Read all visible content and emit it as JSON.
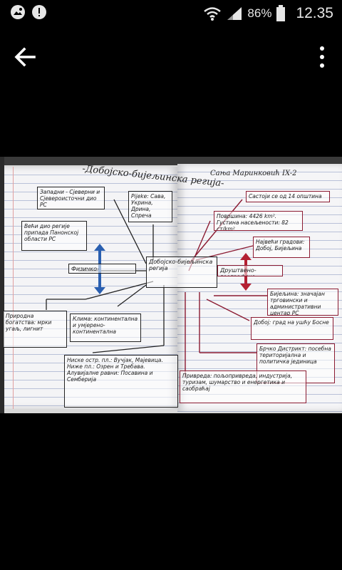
{
  "status_bar": {
    "battery_percent": "86%",
    "time": "12.35",
    "icons": [
      "photo-notification-icon",
      "alert-notification-icon",
      "wifi-icon",
      "signal-icon",
      "battery-icon"
    ]
  },
  "app_bar": {
    "back_icon": "arrow-left-icon",
    "menu_icon": "more-vertical-icon"
  },
  "photo": {
    "title": "-Добојско-бијељинска регија-",
    "author": "Сања Маринковић IX-2",
    "left_notes": [
      "Западни - Сјеверни и Сјевероисточни дио РС",
      "Рijeke: Сава, Укрина, Дрина, Спреча",
      "Већи дио регије припада Панонској области РС",
      "Физичко-географске",
      "Добојско-бијељинска регија",
      "Природна богатства: мрки угаљ, лигнит",
      "Клима: континентална и умјерено-континентална",
      "Ниске остр. пл.: Вучјак, Мајевица. Ниже пл.: Озрен и Требава. Алувијалне равни: Посавина и Семберија"
    ],
    "right_notes": [
      "Састоји се од 14 општина",
      "Површина: 4426 km². Густина насељености: 82 ст/km²",
      "Највећи градови: Добој, Бијељина",
      "Друштвено-географске",
      "Бијељина: значајан трговински и административни центар РС",
      "Добој: град на ушћу Босне",
      "Брчко Дистрикт: посебна територијална и политичка јединица",
      "Привреда: пољопривреда, индустрија, туризам, шумарство и енергетика и саобраћај"
    ]
  }
}
